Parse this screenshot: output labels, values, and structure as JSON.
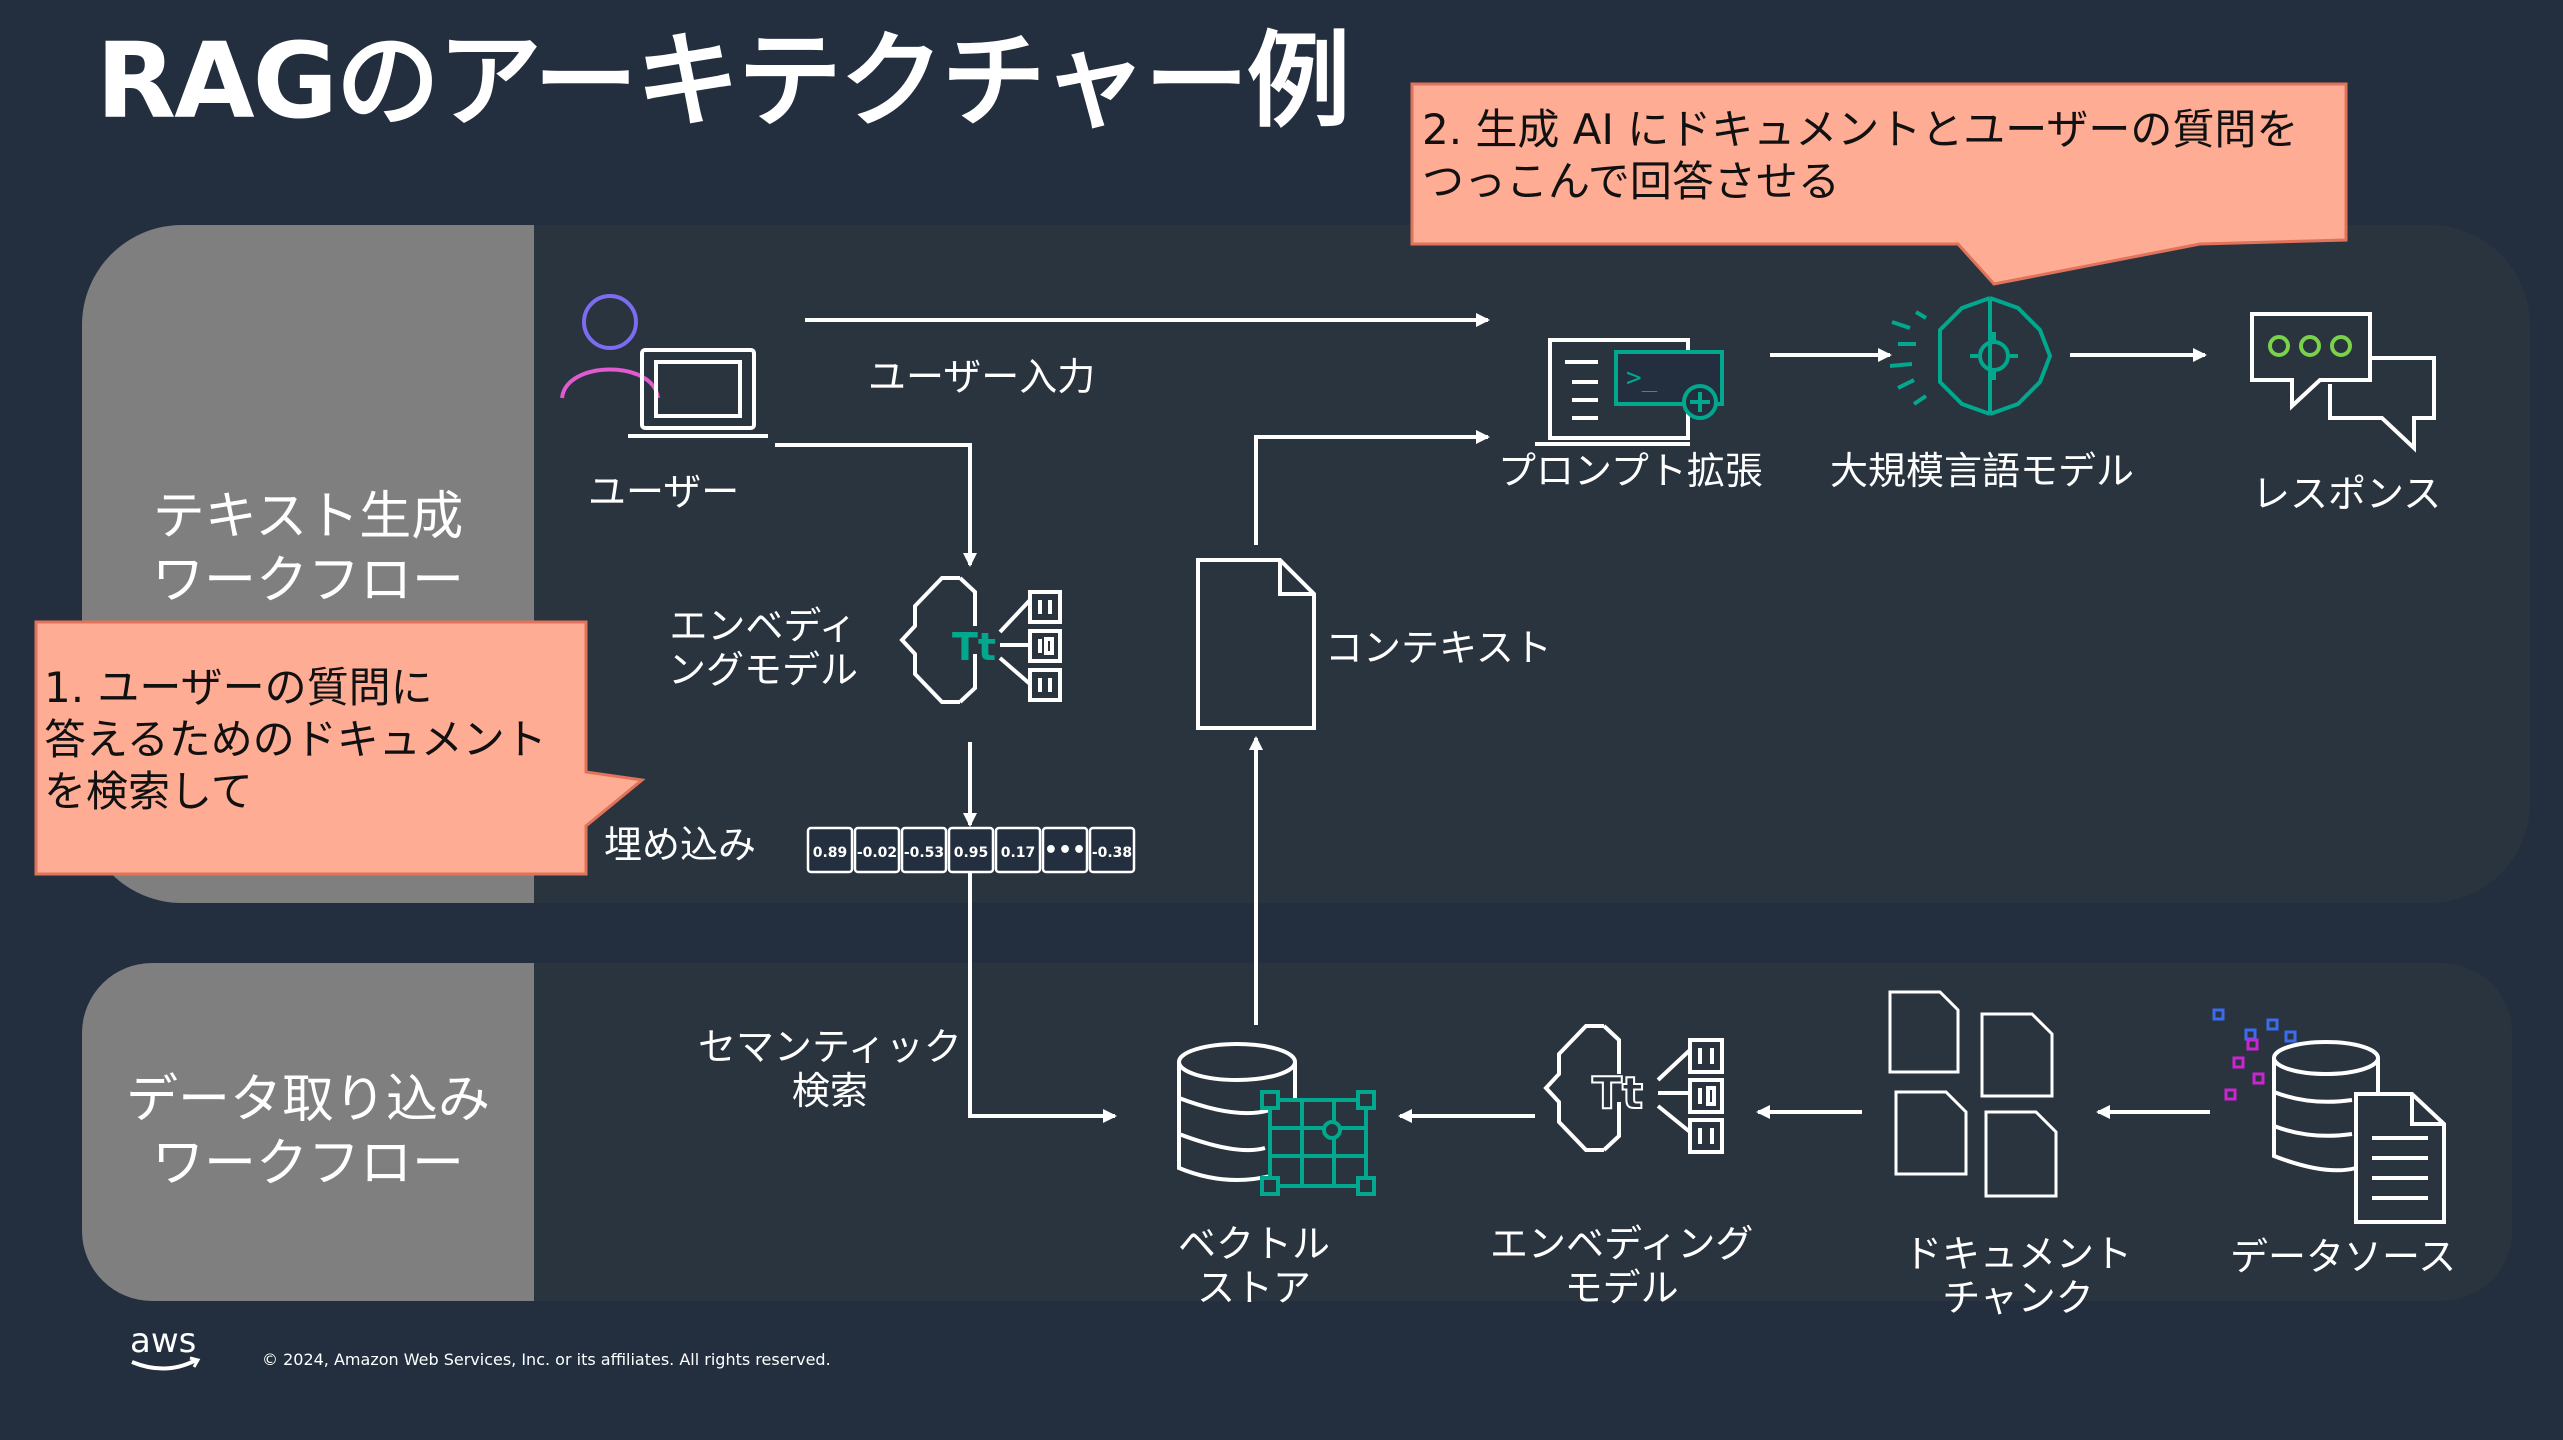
{
  "title": "RAGのアーキテクチャー例",
  "workflows": {
    "text_generation": "テキスト生成\nワークフロー",
    "data_ingestion": "データ取り込み\nワークフロー"
  },
  "callouts": {
    "first": "1. ユーザーの質問に\n答えるためのドキュメント\nを検索して",
    "second": "2. 生成 AI にドキュメントとユーザーの質問を\nつっこんで回答させる"
  },
  "labels": {
    "user": "ユーザー",
    "user_input": "ユーザー入力",
    "embedding_model_top": "エンベディ\nングモデル",
    "embedding": "埋め込み",
    "context": "コンテキスト",
    "prompt_augmentation": "プロンプト拡張",
    "llm": "大規模言語モデル",
    "response": "レスポンス",
    "semantic_search": "セマンティック\n検索",
    "vector_store": "ベクトル\nストア",
    "embedding_model_bottom": "エンベディング\nモデル",
    "document_chunk": "ドキュメント\nチャンク",
    "data_source": "データソース"
  },
  "embedding_vector": [
    "0.89",
    "-0.02",
    "-0.53",
    "0.95",
    "0.17",
    "•••",
    "-0.38"
  ],
  "icon_text": {
    "tt": "Tt",
    "prompt": ">_"
  },
  "footer": {
    "logo": "aws",
    "copyright": "© 2024, Amazon Web Services, Inc. or its affiliates. All rights reserved."
  },
  "colors": {
    "background": "#232f3e",
    "panel": "#2a343f",
    "tab": "#7f7f7f",
    "callout": "#ffac94",
    "teal": "#01a88d",
    "pink": "#c925d1",
    "green_dot": "#7ad14a"
  }
}
